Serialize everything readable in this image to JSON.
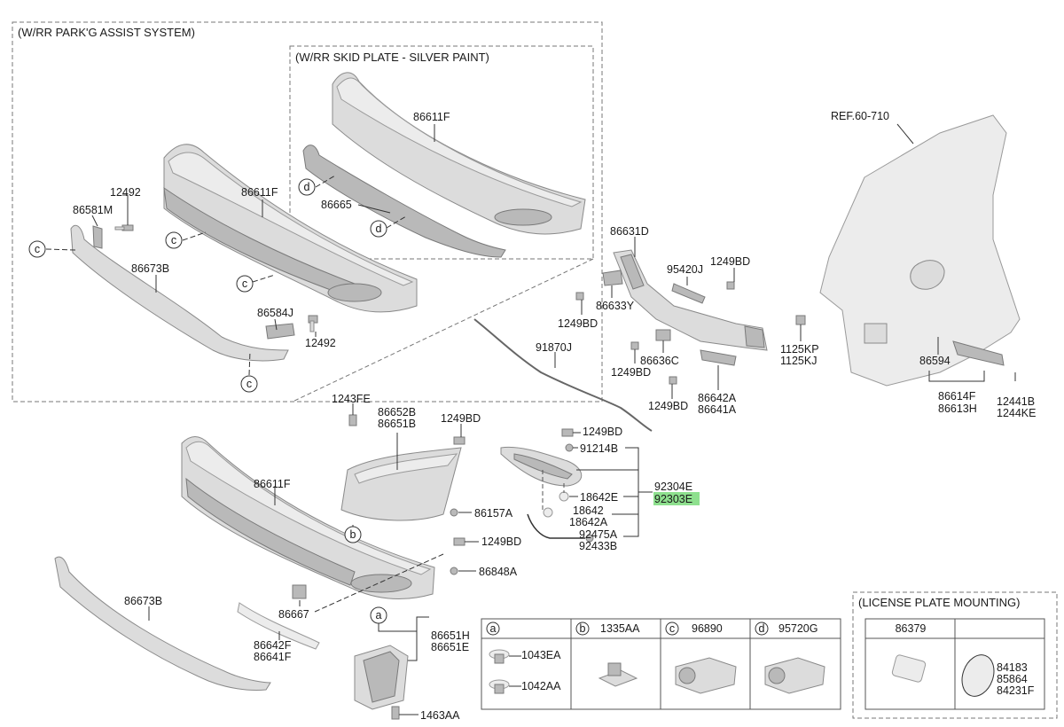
{
  "frames": {
    "park_assist": "(W/RR PARK'G ASSIST SYSTEM)",
    "skid_plate": "(W/RR SKID PLATE - SILVER PAINT)",
    "license_plate": "(LICENSE PLATE MOUNTING)"
  },
  "labels": {
    "ref": "REF.60-710",
    "p86611F_a": "86611F",
    "p86611F_b": "86611F",
    "p86611F_c": "86611F",
    "p86665": "86665",
    "p12492_a": "12492",
    "p12492_b": "12492",
    "p86581M": "86581M",
    "p86673B_a": "86673B",
    "p86673B_b": "86673B",
    "p86584J": "86584J",
    "p86631D": "86631D",
    "p95420J": "95420J",
    "p1249BD_1": "1249BD",
    "p1249BD_2": "1249BD",
    "p86633Y": "86633Y",
    "p1249BD_3": "1249BD",
    "p1249BD_4": "1249BD",
    "p1249BD_5": "1249BD",
    "p1249BD_6": "1249BD",
    "p1249BD_7": "1249BD",
    "p91870J": "91870J",
    "p86636C": "86636C",
    "p1125KP": "1125KP",
    "p1125KJ": "1125KJ",
    "p86642A": "86642A",
    "p86641A": "86641A",
    "p86594": "86594",
    "p86614F": "86614F",
    "p86613H": "86613H",
    "p12441B": "12441B",
    "p1244KE": "1244KE",
    "p1243FE": "1243FE",
    "p86652B": "86652B",
    "p86651B": "86651B",
    "p91214B": "91214B",
    "p92304E": "92304E",
    "p92303E": "92303E",
    "p18642E": "18642E",
    "p18642": "18642",
    "p18642A": "18642A",
    "p92475A": "92475A",
    "p92433B": "92433B",
    "p86157A": "86157A",
    "p86848A": "86848A",
    "p86667": "86667",
    "p86642F": "86642F",
    "p86641F": "86641F",
    "p86651H": "86651H",
    "p86651E": "86651E",
    "p1463AA": "1463AA"
  },
  "callouts": {
    "a": "a",
    "b": "b",
    "c": "c",
    "d": "d"
  },
  "legend_table": {
    "cells": [
      {
        "letter": "a",
        "parts": [
          "1043EA",
          "1042AA"
        ]
      },
      {
        "letter": "b",
        "part": "1335AA"
      },
      {
        "letter": "c",
        "part": "96890"
      },
      {
        "letter": "d",
        "part": "95720G"
      }
    ]
  },
  "license_table": {
    "header": "86379",
    "parts": [
      "84183",
      "85864",
      "84231F"
    ]
  },
  "colors": {
    "highlight": "#8ee08e"
  }
}
